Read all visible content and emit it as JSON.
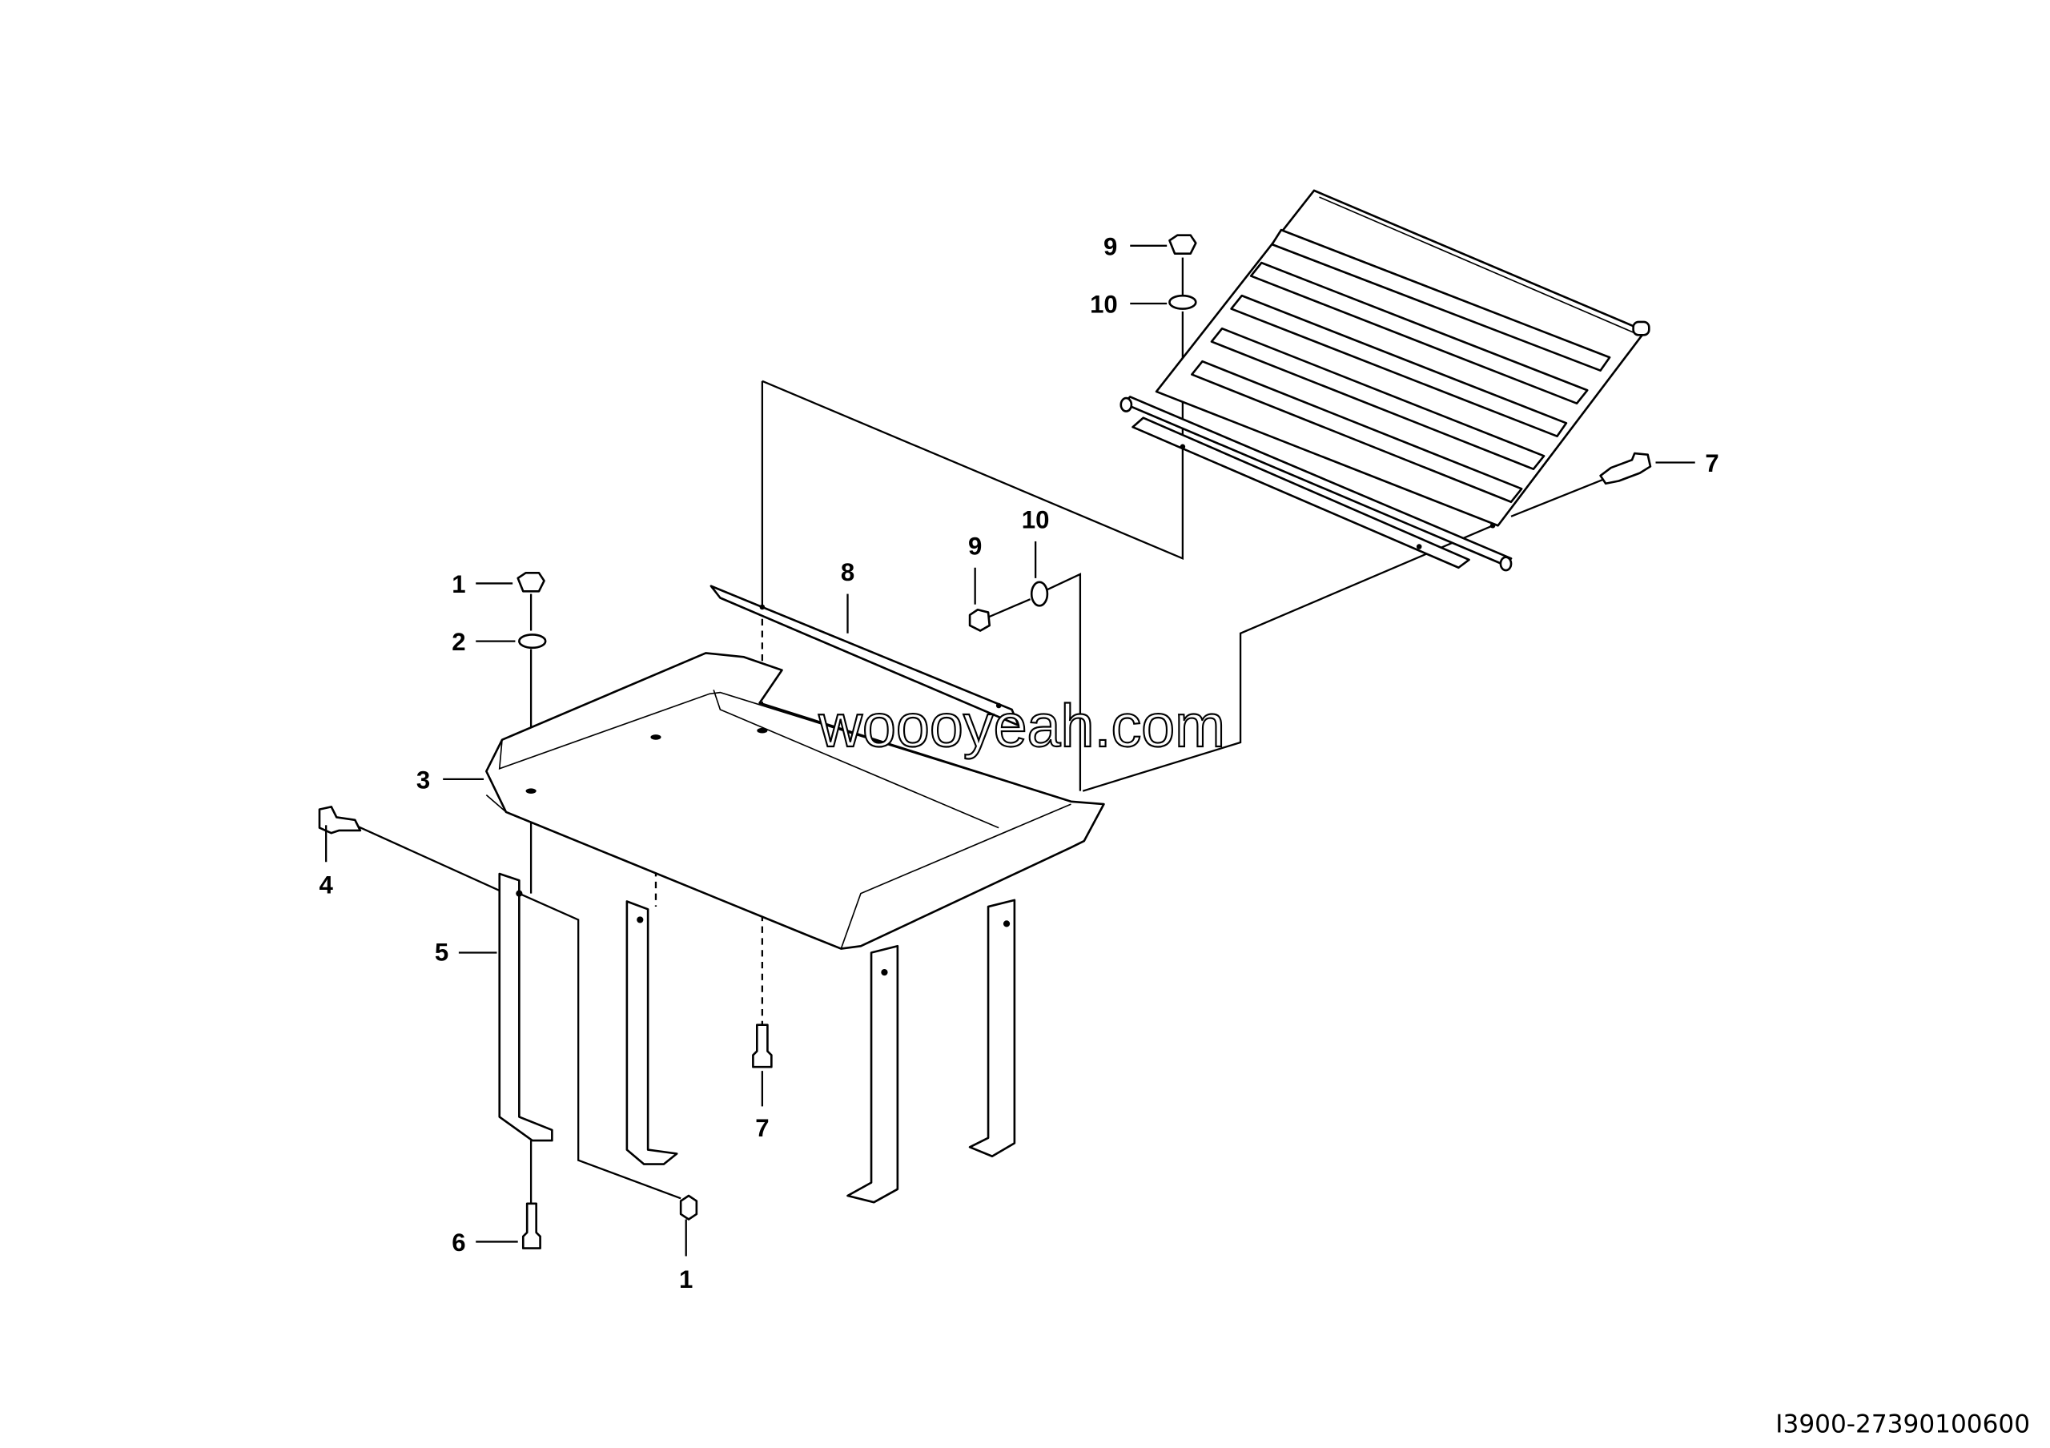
{
  "drawing_code": "I3900-27390100600",
  "watermark": "woooyeah.com",
  "callouts": [
    {
      "label": "1"
    },
    {
      "label": "2"
    },
    {
      "label": "3"
    },
    {
      "label": "4"
    },
    {
      "label": "5"
    },
    {
      "label": "6"
    },
    {
      "label": "1"
    },
    {
      "label": "7"
    },
    {
      "label": "8"
    },
    {
      "label": "9"
    },
    {
      "label": "10"
    },
    {
      "label": "9"
    },
    {
      "label": "10"
    },
    {
      "label": "7"
    }
  ]
}
